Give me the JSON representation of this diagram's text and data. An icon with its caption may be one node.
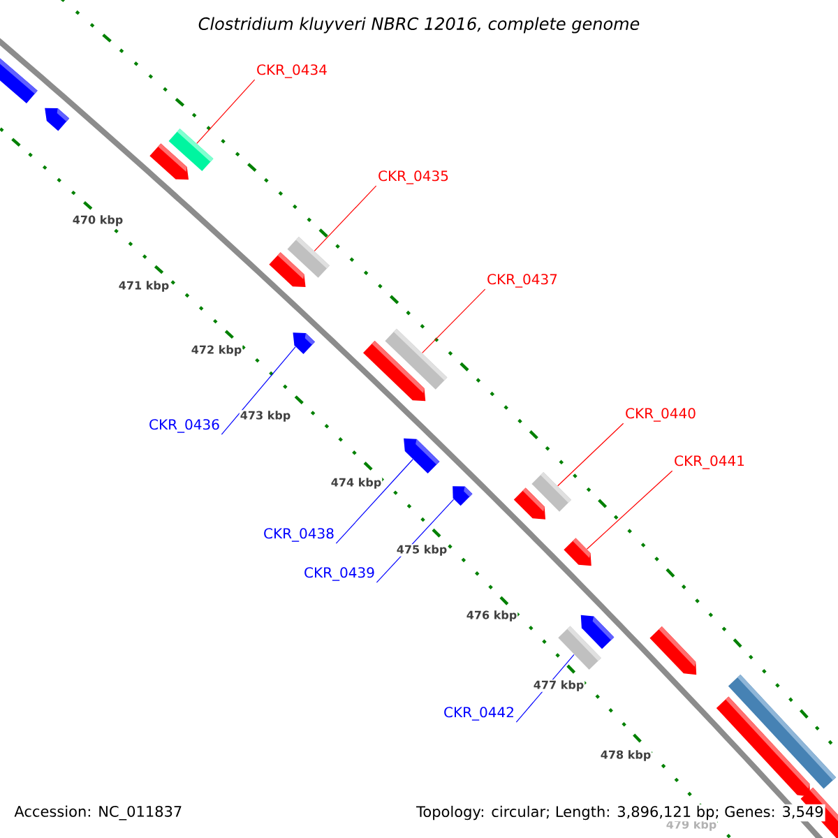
{
  "diagram": {
    "title": "Clostridium kluyveri NBRC 12016, complete genome",
    "nodes": [
      {
        "text": [
          "CKR_0434"
        ]
      },
      {
        "text": [
          "CKR_0435"
        ]
      },
      {
        "text": [
          "CKR_0437"
        ]
      },
      {
        "text": [
          "CKR_0440"
        ]
      },
      {
        "text": [
          "CKR_0436"
        ]
      },
      {
        "text": [
          "CKR_0441"
        ]
      },
      {
        "text": [
          "CKR_0438"
        ]
      },
      {
        "text": [
          "CKR_0439"
        ]
      },
      {
        "text": [
          "CKR_0442"
        ]
      },
      {
        "text": [],
        "shape": "box"
      },
      {
        "text": [],
        "shape": "pentagon"
      },
      {
        "text": [],
        "shape": "pentagon"
      },
      {
        "text": [],
        "shape": "box"
      },
      {
        "text": [],
        "shape": "pentagon"
      },
      {
        "text": [],
        "shape": "box"
      },
      {
        "text": [],
        "shape": "pentagon"
      },
      {
        "text": [],
        "shape": "pentagon"
      },
      {
        "text": [],
        "shape": "box"
      },
      {
        "text": [],
        "shape": "pentagon"
      },
      {
        "text": [],
        "shape": "pentagon"
      },
      {
        "text": [],
        "shape": "pentagon"
      },
      {
        "text": [],
        "shape": "box"
      },
      {
        "text": [],
        "shape": "pentagon"
      },
      {
        "text": [],
        "shape": "pentagon"
      },
      {
        "text": [],
        "shape": "box"
      },
      {
        "text": [],
        "shape": "pentagon"
      },
      {
        "text": [],
        "shape": "pentagon"
      },
      {
        "text": [],
        "shape": "box"
      },
      {
        "text": [],
        "shape": "pentagon"
      }
    ],
    "edges": [
      {
        "from": 0,
        "to": 12,
        "arrow": "none"
      },
      {
        "from": 1,
        "to": 14,
        "arrow": "none"
      },
      {
        "from": 2,
        "to": 17,
        "arrow": "none"
      },
      {
        "from": 3,
        "to": 21,
        "arrow": "none"
      },
      {
        "from": 4,
        "to": 15,
        "arrow": "none",
        "color": "#0000ff"
      },
      {
        "from": 5,
        "to": 22,
        "arrow": "none"
      },
      {
        "from": 6,
        "to": 18,
        "arrow": "none",
        "color": "#0000ff"
      },
      {
        "from": 7,
        "to": 19,
        "arrow": "none",
        "color": "#0000ff"
      },
      {
        "from": 8,
        "to": 24,
        "arrow": "none",
        "color": "#0000ff"
      }
    ],
    "labels": [
      "470 kbp",
      "471 kbp",
      "472 kbp",
      "473 kbp",
      "474 kbp",
      "475 kbp",
      "476 kbp",
      "477 kbp",
      "478 kbp",
      "479 kbp",
      "Accession: NC_011837",
      "Topology: circular; Length: 3,896,121 bp; Genes: 3,549"
    ]
  }
}
